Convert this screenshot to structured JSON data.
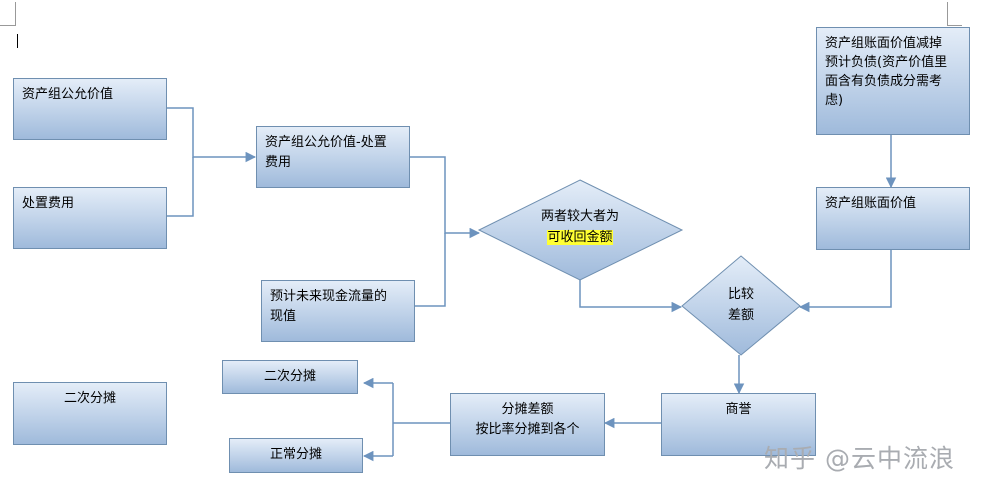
{
  "nodes": {
    "fv": "资产组公允价值",
    "disposal": "处置费用",
    "fv_minus": [
      "资产组公允价值-处置",
      "费用"
    ],
    "pv_cash": [
      "预计未来现金流量的",
      "现值"
    ],
    "higher": [
      "两者较大者为"
    ],
    "recoverable": "可收回金额",
    "carrying_adj": [
      "资产组账面价值减掉",
      "预计负债(资产价值里",
      "面含有负债成分需考",
      "虑)"
    ],
    "carrying": "资产组账面价值",
    "compare": [
      "比较",
      "差额"
    ],
    "goodwill": "商誉",
    "allocate": [
      "分摊差额",
      "按比率分摊到各个"
    ],
    "second_alloc_left": "二次分摊",
    "second_alloc": "二次分摊",
    "normal_alloc": "正常分摊"
  },
  "watermark": "知乎 @云中流浪",
  "colors": {
    "line": "#6d93be",
    "box_border": "#6f8fb0",
    "highlight": "#ffff33"
  }
}
